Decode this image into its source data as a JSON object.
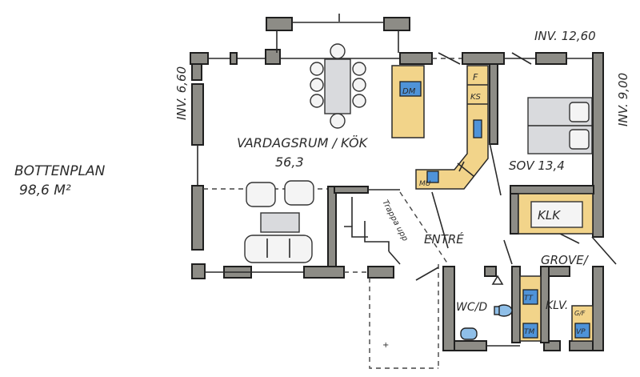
{
  "title": {
    "name": "BOTTENPLAN",
    "area": "98,6 M²"
  },
  "dimensions": {
    "top": "INV. 12,60",
    "left": "INV. 6,60",
    "right": "INV. 9,00"
  },
  "rooms": {
    "living_kitchen": "VARDAGSRUM / KÖK",
    "living_kitchen_area": "56,3",
    "bedroom": "SOV 13,4",
    "closet": "KLK",
    "entrance": "ENTRÉ",
    "utility": "GROVE/",
    "wc": "WC/D",
    "wardrobe": "KLV."
  },
  "labels": {
    "stairs": "Trappa upp",
    "dishwasher": "DM",
    "fridge": "F",
    "fridge_freezer": "KS",
    "microwave": "MU",
    "dryer": "TT",
    "washer": "TM",
    "gf": "G/F",
    "vp": "VP"
  },
  "colors": {
    "wall": "#8d8c86",
    "counter": "#f2d48a",
    "appliance": "#4f93d8"
  }
}
